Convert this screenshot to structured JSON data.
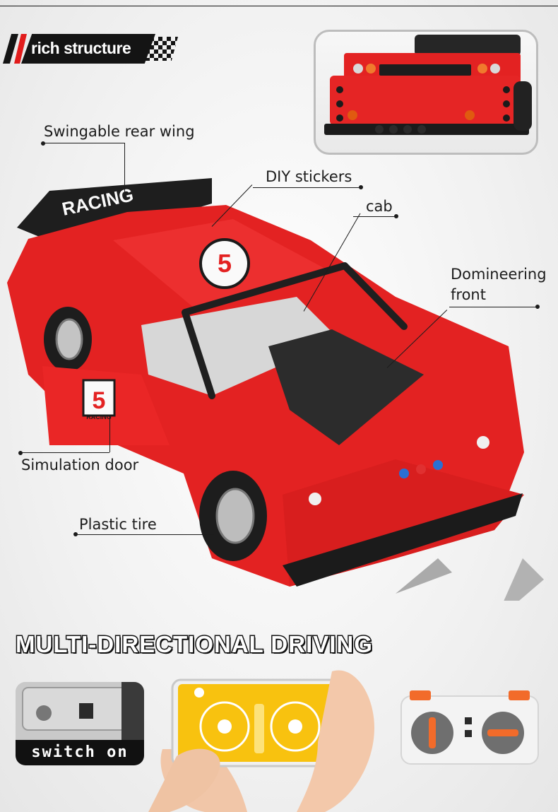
{
  "header": {
    "title": "rich structure"
  },
  "callouts": {
    "rear_wing": "Swingable rear wing",
    "diy_stickers": "DIY stickers",
    "cab": "cab",
    "domineering_front_line1": "Domineering",
    "domineering_front_line2": "front",
    "simulation_door": "Simulation door",
    "plastic_tire": "Plastic tire"
  },
  "car_markings": {
    "wing_text": "RACING",
    "door_number": "5",
    "door_text": "RACING"
  },
  "driving": {
    "heading": "MULTI-DIRECTIONAL DRIVING"
  },
  "switch_panel": {
    "label": "switch on"
  },
  "colors": {
    "car_red": "#e32222",
    "black": "#1b1b1b",
    "app_yellow": "#f8c20f",
    "accent_orange": "#f26b2a"
  }
}
